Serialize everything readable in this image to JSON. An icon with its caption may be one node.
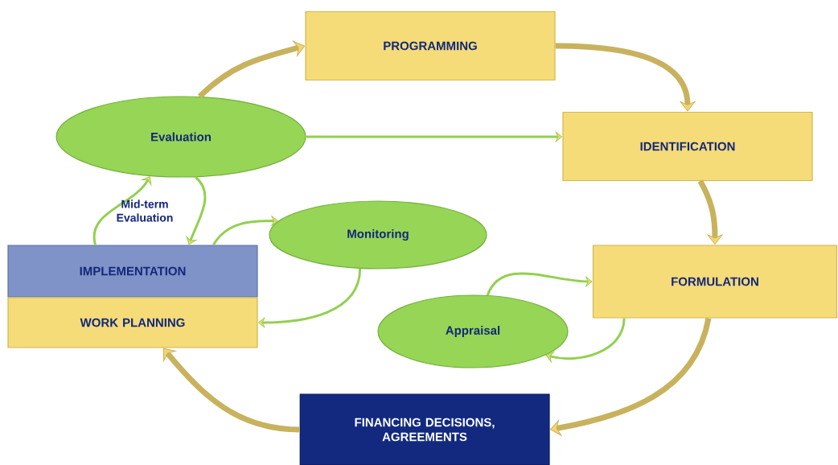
{
  "diagram": {
    "nodes": [
      {
        "text": [
          "PROGRAMMING"
        ]
      },
      {
        "text": [
          "IDENTIFICATION"
        ]
      },
      {
        "text": [
          "FORMULATION"
        ]
      },
      {
        "text": [
          "FINANCING DECISIONS, AGREEMENTS"
        ]
      },
      {
        "text": [
          "IMPLEMENTATION"
        ]
      },
      {
        "text": [
          "WORK PLANNING"
        ]
      },
      {
        "text": [
          "Evaluation"
        ]
      },
      {
        "text": [
          "Monitoring"
        ]
      },
      {
        "text": [
          "Appraisal"
        ]
      }
    ],
    "edges": [
      {
        "from": 6,
        "to": 0,
        "arrow": "to",
        "style": "thick",
        "color": "#c8b25e"
      },
      {
        "from": 0,
        "to": 1,
        "arrow": "to",
        "style": "thick",
        "color": "#c8b25e"
      },
      {
        "from": 1,
        "to": 2,
        "arrow": "to",
        "style": "thick",
        "color": "#c8b25e"
      },
      {
        "from": 2,
        "to": 3,
        "arrow": "to",
        "style": "thick",
        "color": "#c8b25e"
      },
      {
        "from": 3,
        "to": 5,
        "arrow": "to",
        "style": "thick",
        "color": "#c8b25e"
      },
      {
        "from": 6,
        "to": 1,
        "arrow": "to"
      },
      {
        "from": 6,
        "to": 4,
        "arrow": "to"
      },
      {
        "from": 4,
        "to": 6,
        "arrow": "to"
      },
      {
        "from": 4,
        "to": 7,
        "arrow": "to"
      },
      {
        "from": 7,
        "to": 5,
        "arrow": "to"
      },
      {
        "from": 8,
        "to": 2,
        "arrow": "to"
      },
      {
        "from": 2,
        "to": 8,
        "arrow": "to"
      }
    ],
    "labels": [
      "Mid-term Evaluation"
    ]
  }
}
